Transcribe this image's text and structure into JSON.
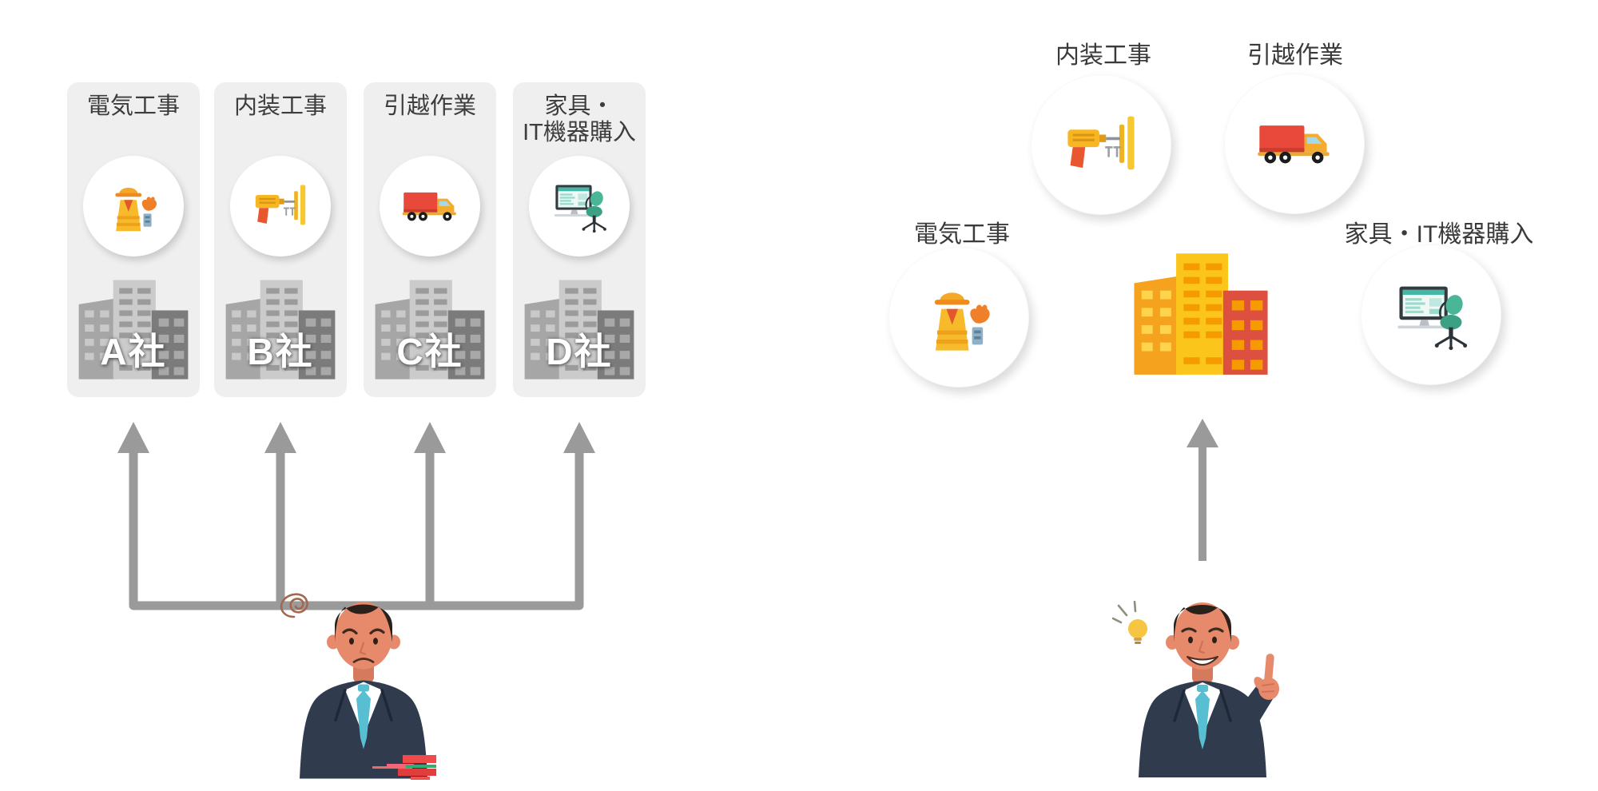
{
  "diagram": {
    "left_panel": {
      "vendor_cards": [
        {
          "service": "電気工事",
          "company": "A社",
          "icon": "safety-vest-icon"
        },
        {
          "service": "内装工事",
          "company": "B社",
          "icon": "drill-icon"
        },
        {
          "service": "引越作業",
          "company": "C社",
          "icon": "truck-icon"
        },
        {
          "service": "家具・\nIT機器購入",
          "company": "D社",
          "icon": "monitor-chair-icon"
        }
      ],
      "arrows": {
        "icon": "four-branch-up-arrows",
        "count": 4
      },
      "person": {
        "icon": "confusion-swirl-icon",
        "expression": "troubled"
      }
    },
    "right_panel": {
      "services": [
        {
          "label": "内装工事",
          "icon": "drill-icon"
        },
        {
          "label": "引越作業",
          "icon": "truck-icon"
        },
        {
          "label": "電気工事",
          "icon": "safety-vest-icon"
        },
        {
          "label": "家具・IT機器購入",
          "icon": "monitor-chair-icon"
        }
      ],
      "center": {
        "icon": "office-building-icon"
      },
      "arrows": {
        "icon": "single-up-arrow",
        "count": 1
      },
      "person": {
        "icon": "idea-lightbulb-icon",
        "expression": "happy"
      }
    },
    "colors": {
      "card_bg": "#efefef",
      "arrow_gray": "#9a9a9a",
      "label_text": "#3d3d3d",
      "company_text": "#ffffff",
      "building_orange": "#f5a21f",
      "building_yellow": "#fcc51c",
      "building_red": "#dd4f3e",
      "truck_red": "#e8493a",
      "teal_chair": "#45b398",
      "suit_navy": "#303c4e",
      "tie_teal": "#58bfd3",
      "skin": "#e78a6b"
    }
  }
}
